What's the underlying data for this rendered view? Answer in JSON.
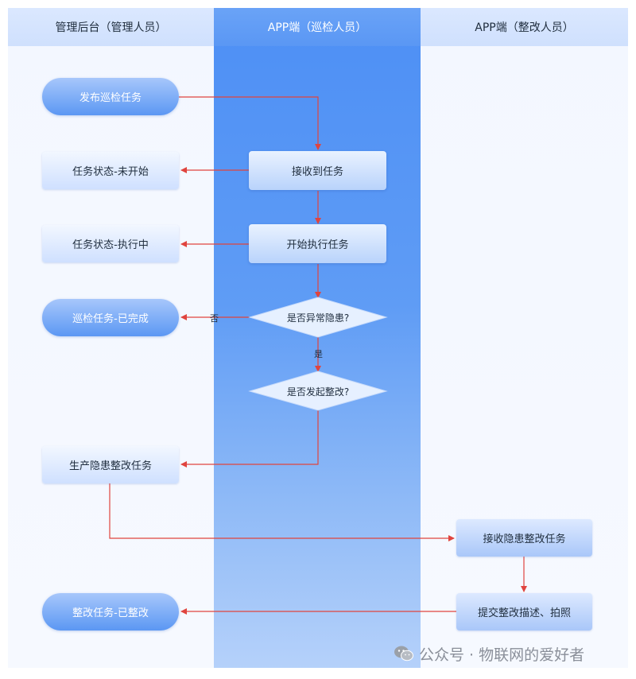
{
  "lanes": {
    "left": "管理后台（管理人员）",
    "middle": "APP端（巡检人员）",
    "right": "APP端（整改人员）"
  },
  "nodes": {
    "publish": "发布巡检任务",
    "status_not_started": "任务状态-未开始",
    "receive_task": "接收到任务",
    "status_in_progress": "任务状态-执行中",
    "start_task": "开始执行任务",
    "inspection_done": "巡检任务-已完成",
    "has_hazard": "是否异常隐患?",
    "initiate_rectify": "是否发起整改?",
    "create_rectify": "生产隐患整改任务",
    "receive_rectify": "接收隐患整改任务",
    "submit_rectify": "提交整改描述、拍照",
    "rectify_done": "整改任务-已整改"
  },
  "edges": {
    "no_label": "否",
    "yes_label": "是"
  },
  "watermark": "公众号 · 物联网的爱好者",
  "colors": {
    "arrow": "#e0443e",
    "lane_mid": "#5a97f4",
    "pill": "#5b97f3"
  }
}
